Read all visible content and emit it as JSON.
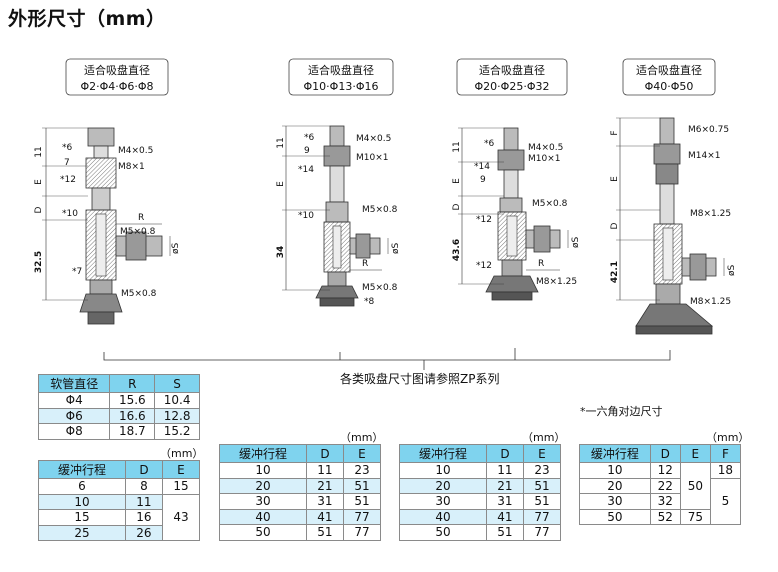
{
  "title": "外形尺寸（mm）",
  "size_groups": [
    {
      "label": "适合吸盘直径",
      "sizes": "Φ2·Φ4·Φ6·Φ8"
    },
    {
      "label": "适合吸盘直径",
      "sizes": "Φ10·Φ13·Φ16"
    },
    {
      "label": "适合吸盘直径",
      "sizes": "Φ20·Φ25·Φ32"
    },
    {
      "label": "适合吸盘直径",
      "sizes": "Φ40·Φ50"
    }
  ],
  "drawing1": {
    "dims": [
      "11",
      "E",
      "D",
      "32.5",
      "*6",
      "7",
      "*12",
      "*10",
      "*7",
      "M4×0.5",
      "M8×1",
      "R",
      "M5×0.8",
      "øS",
      "M5×0.8"
    ]
  },
  "drawing2": {
    "dims": [
      "11",
      "E",
      "34",
      "*6",
      "9",
      "*14",
      "*10",
      "*8",
      "M4×0.5",
      "M10×1",
      "M5×0.8",
      "R",
      "øS",
      "M5×0.8"
    ]
  },
  "drawing3": {
    "dims": [
      "11",
      "E",
      "D",
      "43.6",
      "*6",
      "*14",
      "9",
      "*12",
      "*12",
      "M4×0.5",
      "M10×1",
      "M5×0.8",
      "øS",
      "R",
      "M8×1.25"
    ]
  },
  "drawing4": {
    "dims": [
      "F",
      "E",
      "D",
      "42.1",
      "M6×0.75",
      "M14×1",
      "M8×1.25",
      "øS",
      "M8×1.25"
    ]
  },
  "notes": {
    "reference": "各类吸盘尺寸图请参照ZP系列",
    "hex": "*一六角对边尺寸",
    "unit": "（mm）"
  },
  "tables": {
    "tube": {
      "headers": [
        "软管直径",
        "R",
        "S"
      ],
      "rows": [
        [
          "Φ4",
          "15.6",
          "10.4"
        ],
        [
          "Φ6",
          "16.6",
          "12.8"
        ],
        [
          "Φ8",
          "18.7",
          "15.2"
        ]
      ]
    },
    "stroke1": {
      "headers": [
        "缓冲行程",
        "D",
        "E"
      ],
      "rows": [
        [
          "6",
          "8",
          "15"
        ],
        [
          "10",
          "11",
          ""
        ],
        [
          "15",
          "16",
          "43"
        ],
        [
          "25",
          "26",
          ""
        ]
      ]
    },
    "stroke2": {
      "headers": [
        "缓冲行程",
        "D",
        "E"
      ],
      "rows": [
        [
          "10",
          "11",
          "23"
        ],
        [
          "20",
          "21",
          "51"
        ],
        [
          "30",
          "31",
          "51"
        ],
        [
          "40",
          "41",
          "77"
        ],
        [
          "50",
          "51",
          "77"
        ]
      ]
    },
    "stroke3": {
      "headers": [
        "缓冲行程",
        "D",
        "E"
      ],
      "rows": [
        [
          "10",
          "11",
          "23"
        ],
        [
          "20",
          "21",
          "51"
        ],
        [
          "30",
          "31",
          "51"
        ],
        [
          "40",
          "41",
          "77"
        ],
        [
          "50",
          "51",
          "77"
        ]
      ]
    },
    "stroke4": {
      "headers": [
        "缓冲行程",
        "D",
        "E",
        "F"
      ],
      "rows": [
        [
          "10",
          "12",
          "",
          "18"
        ],
        [
          "20",
          "22",
          "50",
          ""
        ],
        [
          "30",
          "32",
          "",
          "5"
        ],
        [
          "50",
          "52",
          "75",
          ""
        ]
      ]
    }
  }
}
